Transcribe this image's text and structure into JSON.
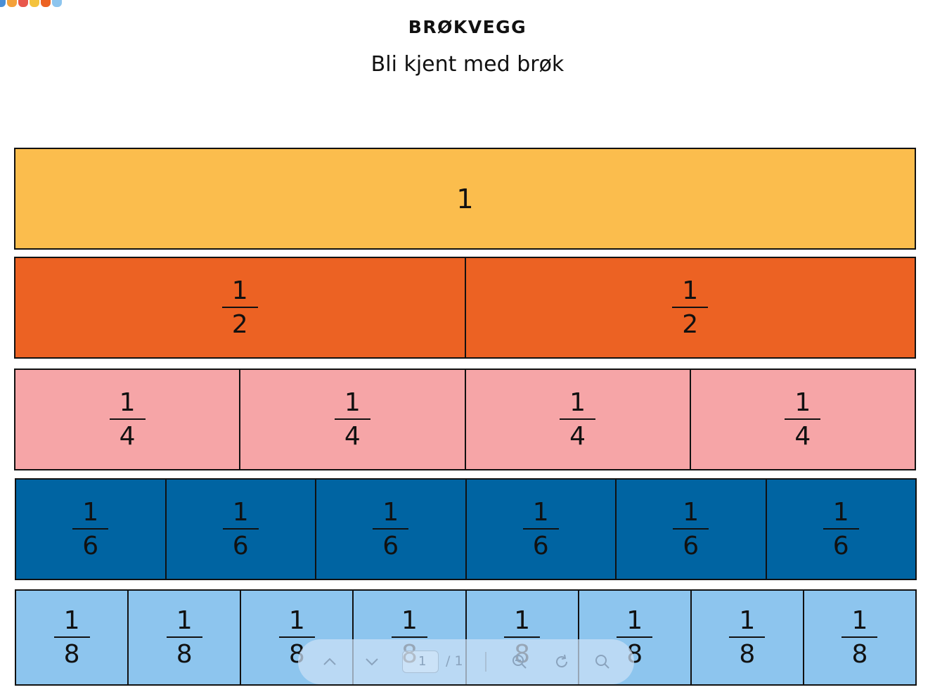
{
  "document": {
    "title": "BRØKVEGG",
    "subtitle": "Bli kjent med brøk"
  },
  "wall": {
    "whole": "1",
    "rows": [
      {
        "numerator": "1",
        "denominator": "2",
        "count": 2,
        "color": "#EC6223"
      },
      {
        "numerator": "1",
        "denominator": "4",
        "count": 4,
        "color": "#F6A5A7"
      },
      {
        "numerator": "1",
        "denominator": "6",
        "count": 6,
        "color": "#0064A2"
      },
      {
        "numerator": "1",
        "denominator": "8",
        "count": 8,
        "color": "#8DC5EE"
      }
    ],
    "whole_color": "#FBBD4D"
  },
  "viewer_toolbar": {
    "prev_icon": "chevron-up-icon",
    "next_icon": "chevron-down-icon",
    "page_value": "1",
    "page_total": "/ 1",
    "zoom_out_icon": "zoom-out-icon",
    "rotate_icon": "rotate-icon",
    "search_icon": "search-icon"
  }
}
